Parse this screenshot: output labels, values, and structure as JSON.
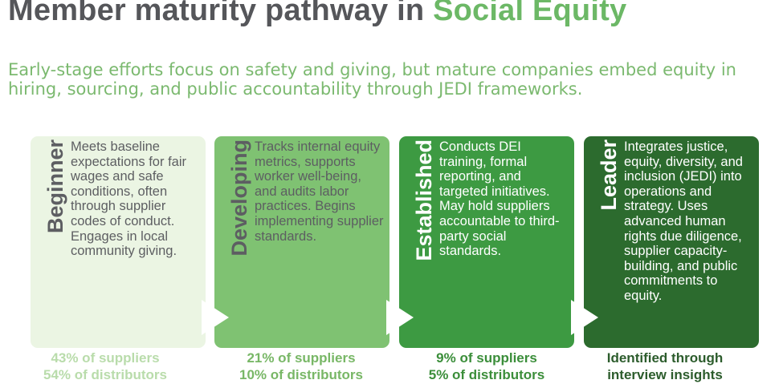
{
  "header": {
    "title_main": "Member maturity pathway in ",
    "title_accent": "Social Equity",
    "subtitle": "Early-stage efforts focus on safety and giving, but mature companies embed equity in hiring, sourcing, and public accountability through JEDI frameworks."
  },
  "stages": [
    {
      "name": "Beginner",
      "description": "Meets baseline expectations for fair wages and safe conditions, often through supplier codes of conduct. Engages in local community giving.",
      "stat_line1": "43% of suppliers",
      "stat_line2": "54% of distributors"
    },
    {
      "name": "Developing",
      "description": "Tracks internal equity metrics, supports worker well-being, and audits labor practices. Begins implementing supplier standards.",
      "stat_line1": "21% of suppliers",
      "stat_line2": "10% of distributors"
    },
    {
      "name": "Established",
      "description": "Conducts DEI training, formal reporting, and targeted initiatives. May hold suppliers accountable to third-party social standards.",
      "stat_line1": "9% of suppliers",
      "stat_line2": "5% of distributors"
    },
    {
      "name": "Leader",
      "description": "Integrates justice, equity, diversity, and inclusion (JEDI) into operations and strategy. Uses advanced human rights due diligence, supplier capacity-building, and public commitments to equity.",
      "stat_line1": "Identified through",
      "stat_line2": "interview insights"
    }
  ],
  "colors": {
    "title": "#55565a",
    "accent": "#6cb866",
    "subtitle": "#7bb96f",
    "stage_fills": [
      "#ebf5e3",
      "#7fc272",
      "#3d9a42",
      "#2c6b2e"
    ],
    "stage_text": [
      "#5d5e62",
      "#5d5e62",
      "#ffffff",
      "#ffffff"
    ],
    "stat_text": [
      "#b9dcab",
      "#78b766",
      "#3b8e3a",
      "#2c5c2c"
    ]
  }
}
